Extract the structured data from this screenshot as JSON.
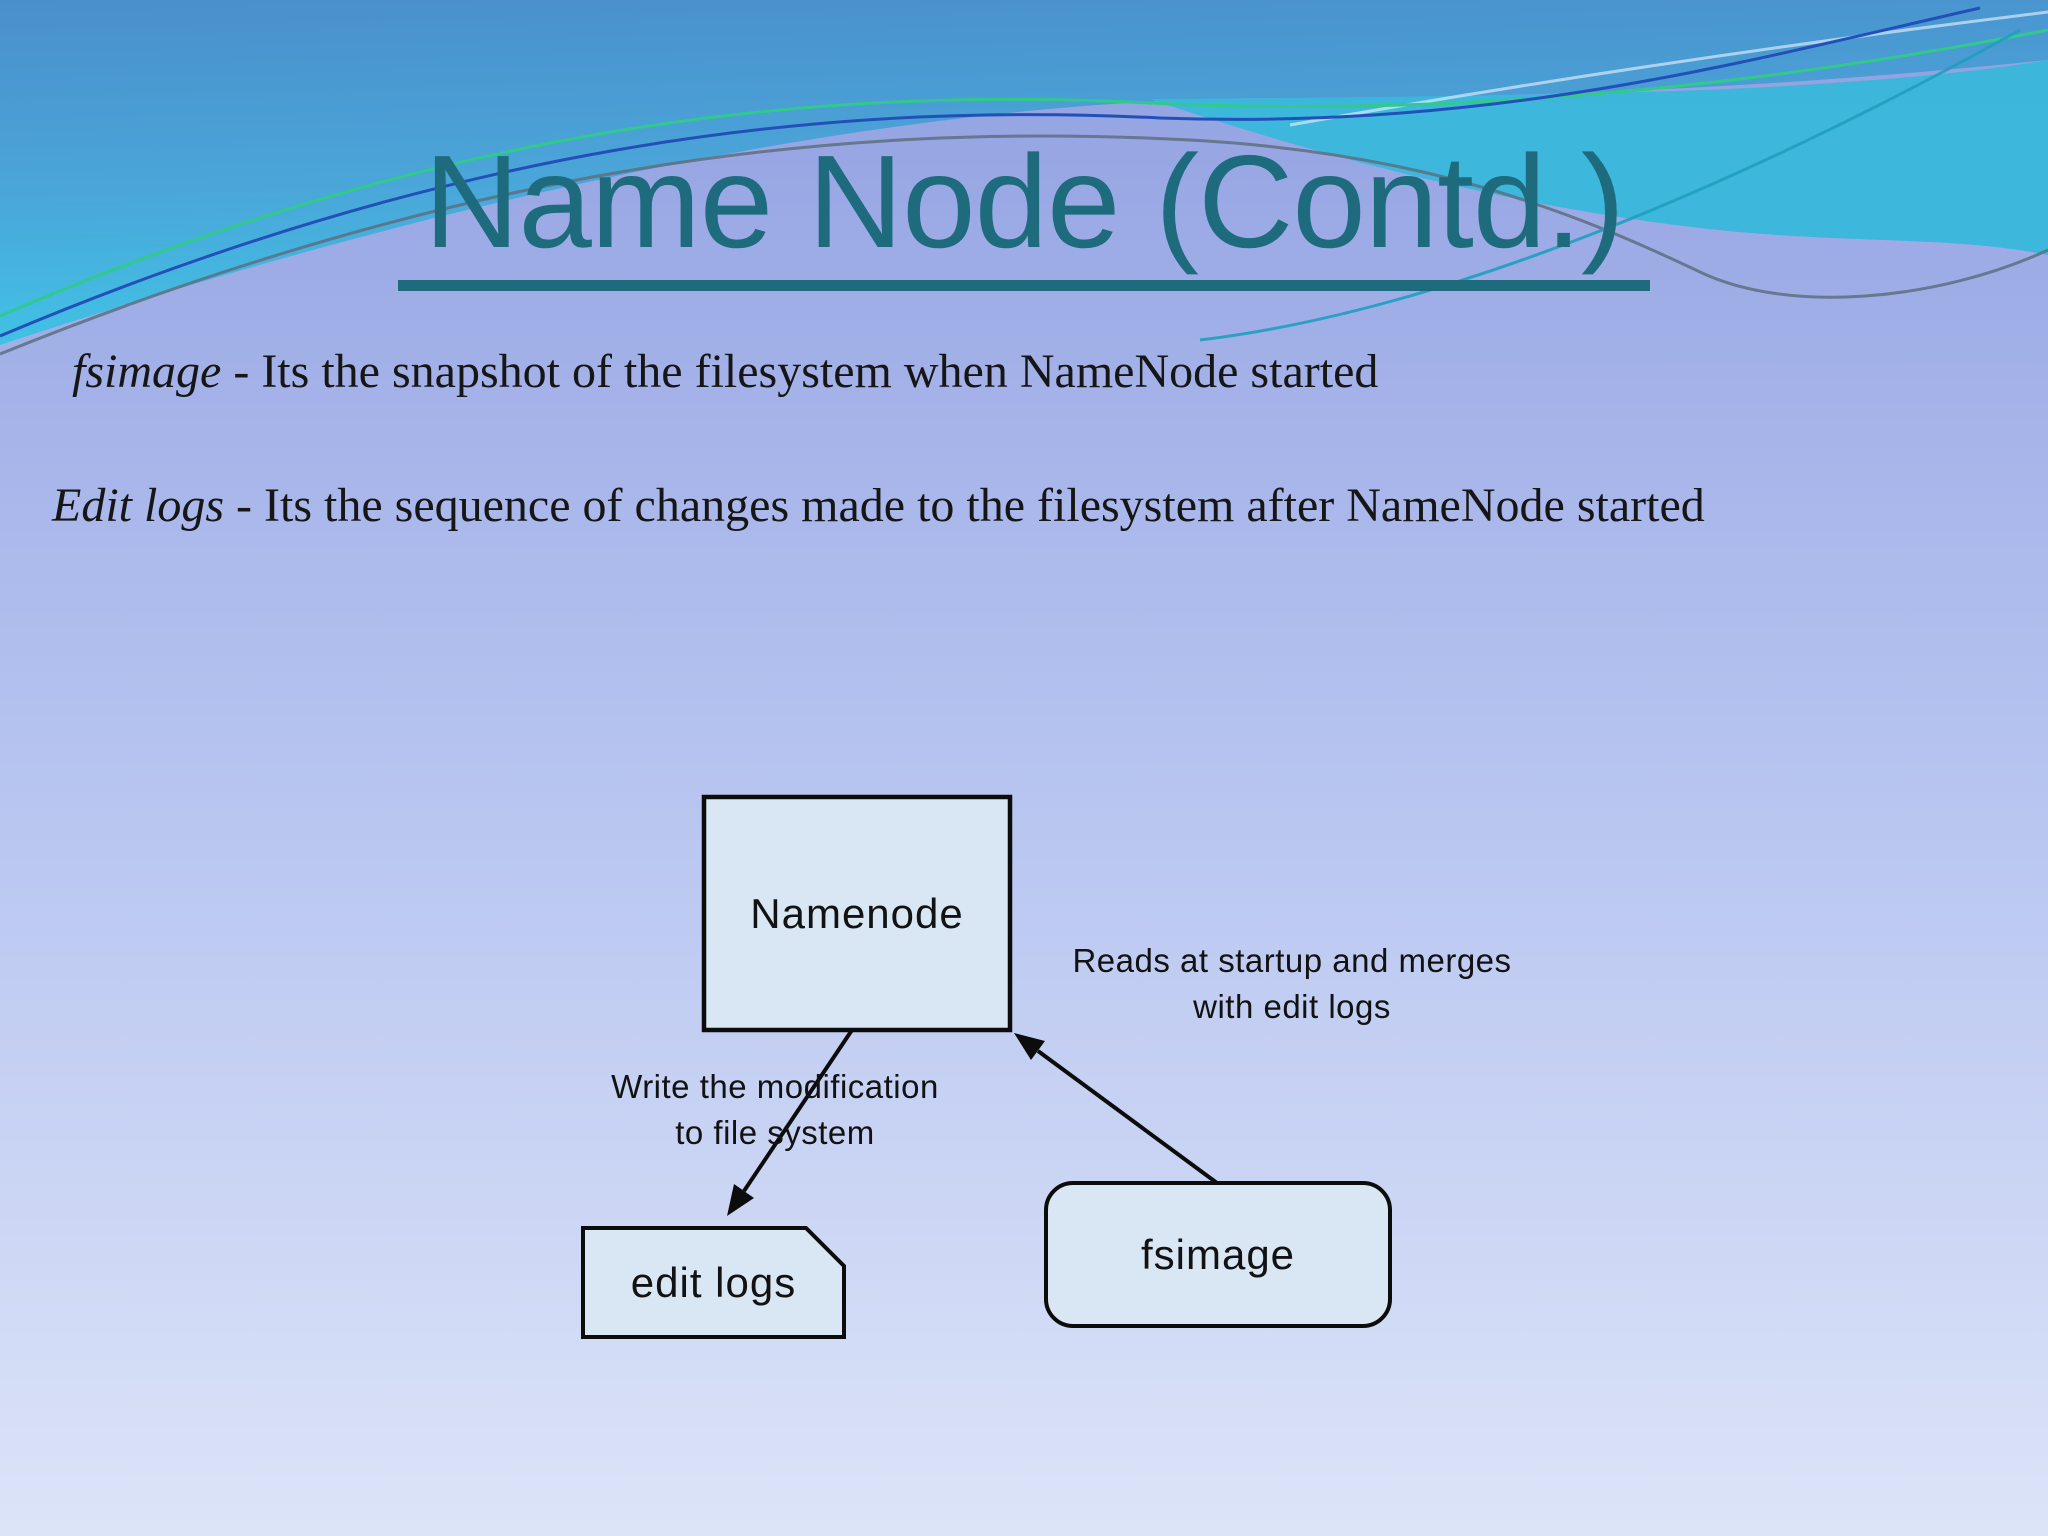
{
  "colors": {
    "title_color": "#1d6b7d",
    "body_text_color": "#161616",
    "diagram_text_color": "#121212",
    "box_fill": "#d9e6f4",
    "box_border": "#0c0c0c",
    "arrow_color": "#0c0c0c",
    "wave_blue": "#4a91ce",
    "wave_cyan": "#38b7da",
    "decor_green": "#31c98c",
    "decor_navy": "#2350b8",
    "decor_gray": "#5d6e80",
    "decor_teal": "#1f9fbe"
  },
  "slide": {
    "title": "Name Node (Contd.)",
    "bullets": [
      {
        "term": "fsimage",
        "definition": "- Its the snapshot of the filesystem when NameNode started"
      },
      {
        "term": "Edit logs",
        "definition": "- Its the sequence of changes made to the filesystem after NameNode started"
      }
    ],
    "diagram": {
      "namenode_box": "Namenode",
      "editlogs_box": "edit logs",
      "fsimage_box": "fsimage",
      "write_annotation": [
        "Write the modification",
        "to file system"
      ],
      "reads_annotation": [
        "Reads at startup and merges",
        "with edit logs"
      ]
    }
  }
}
